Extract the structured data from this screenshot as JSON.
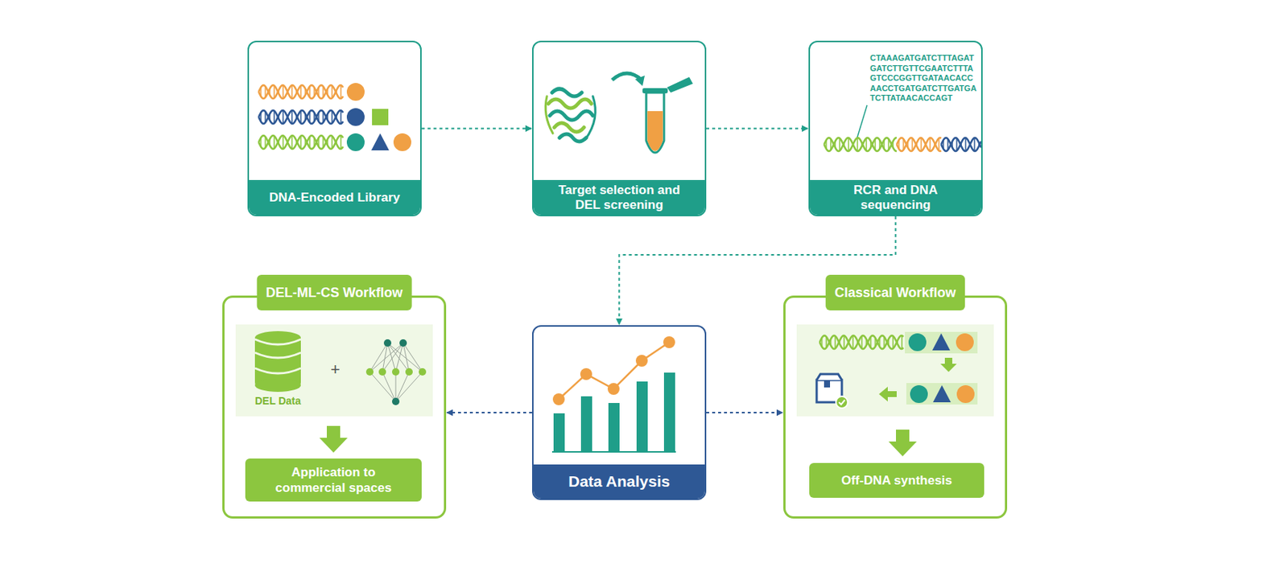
{
  "diagram": {
    "nodes": [
      {
        "text": [
          "DNA-Encoded Library"
        ]
      },
      {
        "text": [
          "Target selection and DEL screening"
        ]
      },
      {
        "text": [
          "RCR and DNA sequencing"
        ]
      },
      {
        "text": [
          "DEL-ML-CS Workflow"
        ]
      },
      {
        "text": [
          "Application to commercial spaces"
        ],
        "in": 3
      },
      {
        "text": [
          "Data Analysis"
        ]
      },
      {
        "text": [
          "Classical Workflow"
        ]
      },
      {
        "text": [
          "Off-DNA synthesis"
        ],
        "in": 6
      }
    ],
    "edges": [
      {
        "from": 0,
        "to": 1,
        "arrow": "to"
      },
      {
        "from": 1,
        "to": 2,
        "arrow": "to"
      },
      {
        "from": 2,
        "to": 5,
        "arrow": "to"
      },
      {
        "from": 5,
        "to": 3,
        "arrow": "to"
      },
      {
        "from": 5,
        "to": 6,
        "arrow": "to"
      }
    ],
    "labels": [
      "CTAAAGATGATCTTTAGAT",
      "GATCTTGTTCGAATCTTTA",
      "GTCCCGGTTGATAACACC",
      "AACCTGATGATCTTGATGA",
      "TCTTATAACACCAGT",
      "DEL Data",
      "+"
    ]
  }
}
